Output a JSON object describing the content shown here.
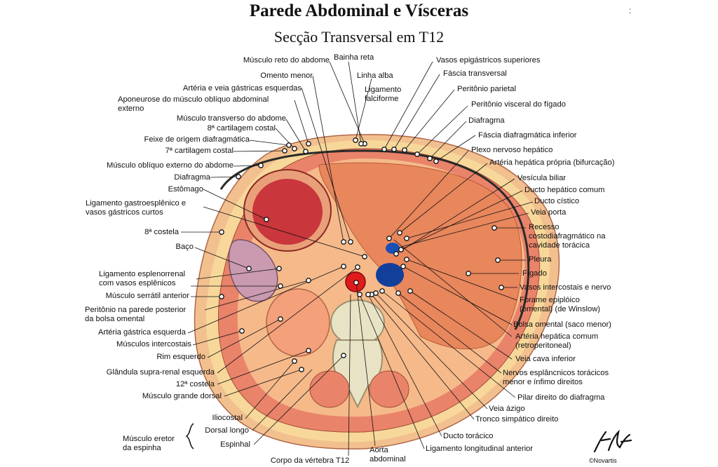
{
  "title": "Parede Abdominal e Vísceras",
  "subtitle": "Secção Transversal em T12",
  "labels": {
    "reto": "Músculo reto do abdome",
    "bainha": "Bainha reta",
    "omento": "Omento menor",
    "linha_alba": "Linha alba",
    "gastricas": "Artéria e veia gástricas esquerdas",
    "ligamento_falciforme_1": "Ligamento",
    "ligamento_falciforme_2": "falciforme",
    "aponeurose_1": "Aponeurose do músculo oblíquo abdominal",
    "aponeurose_2": "externo",
    "transverso": "Músculo transverso do abdome",
    "cart8": "8ª cartilagem costal",
    "feixe": "Feixe de origem diafragmática",
    "cart7": "7ª cartilagem costal",
    "obliquo": "Músculo oblíquo externo do abdome",
    "diafragma_l": "Diafragma",
    "estomago": "Estômago",
    "gastroesplenico_1": "Ligamento gastroesplênico e",
    "gastroesplenico_2": "vasos gástricos curtos",
    "costela8": "8ª costela",
    "baco": "Baço",
    "esplenorrenal_1": "Ligamento esplenorrenal",
    "esplenorrenal_2": "com vasos esplênicos",
    "serratil": "Músculo serrátil anterior",
    "peritonio_bolsa_1": "Peritônio na parede posterior",
    "peritonio_bolsa_2": "da bolsa omental",
    "gastrica_esq": "Artéria gástrica esquerda",
    "intercostais": "Músculos intercostais",
    "rim": "Rim esquerdo",
    "suprarrenal": "Glândula supra-renal esquerda",
    "costela12": "12ª costela",
    "grande_dorsal": "Músculo grande dorsal",
    "iliocostal": "Iliocostal",
    "dorsal_longo": "Dorsal longo",
    "espinhal": "Espinhal",
    "eretor_1": "Músculo eretor",
    "eretor_2": "da espinha",
    "corpo_vertebra": "Corpo da vértebra T12",
    "aorta_1": "Aorta",
    "aorta_2": "abdominal",
    "vasos_epigastricos": "Vasos epigástricos superiores",
    "fascia_transversal": "Fáscia transversal",
    "peritonio_parietal": "Peritônio parietal",
    "peritonio_visceral": "Peritônio visceral do fígado",
    "diafragma_r": "Diafragma",
    "fascia_diafragmatica": "Fáscia diafragmática inferior",
    "plexo": "Plexo nervoso hepático",
    "arteria_hepatica_propria": "Artéria hepática própria (bifurcação)",
    "vesicula": "Vesícula biliar",
    "ducto_hepatico": "Ducto hepático comum",
    "ducto_cistico": "Ducto cístico",
    "veia_porta": "Veia porta",
    "recesso_1": "Recesso",
    "recesso_2": "costodiafragmático na",
    "recesso_3": "cavidade torácica",
    "pleura": "Pleura",
    "figado": "Fígado",
    "vasos_intercostais": "Vasos intercostais e nervo",
    "forame_1": "Forame epiplóico",
    "forame_2": "(omental) (de Winslow)",
    "bolsa_omental": "Bolsa omental (saco menor)",
    "hepatica_comum_1": "Artéria hepática comum",
    "hepatica_comum_2": "(retroperitoneal)",
    "veia_cava": "Veia cava inferior",
    "esplancnicos_1": "Nervos esplâncnicos torácicos",
    "esplancnicos_2": "menor e ínfimo direitos",
    "pilar": "Pilar direito do diafragma",
    "azigo": "Veia ázigo",
    "tronco_simpatico": "Tronco simpático direito",
    "ducto_toracico": "Ducto torácico",
    "ligamento_longitudinal": "Ligamento longitudinal anterior"
  },
  "copyright": "©Novartis",
  "stray_mark": ":",
  "colors": {
    "skin": "#f2c08f",
    "fat": "#f7d89a",
    "muscle": "#e9836a",
    "liver": "#e8865c",
    "stomach": "#c9363b",
    "spleen": "#c99ab0",
    "kidney": "#f4a07a",
    "aorta": "#e01b1b",
    "vena_cava": "#123f9a",
    "diaphragm_line": "#2a2a2a",
    "bone": "#e9e3c6"
  }
}
